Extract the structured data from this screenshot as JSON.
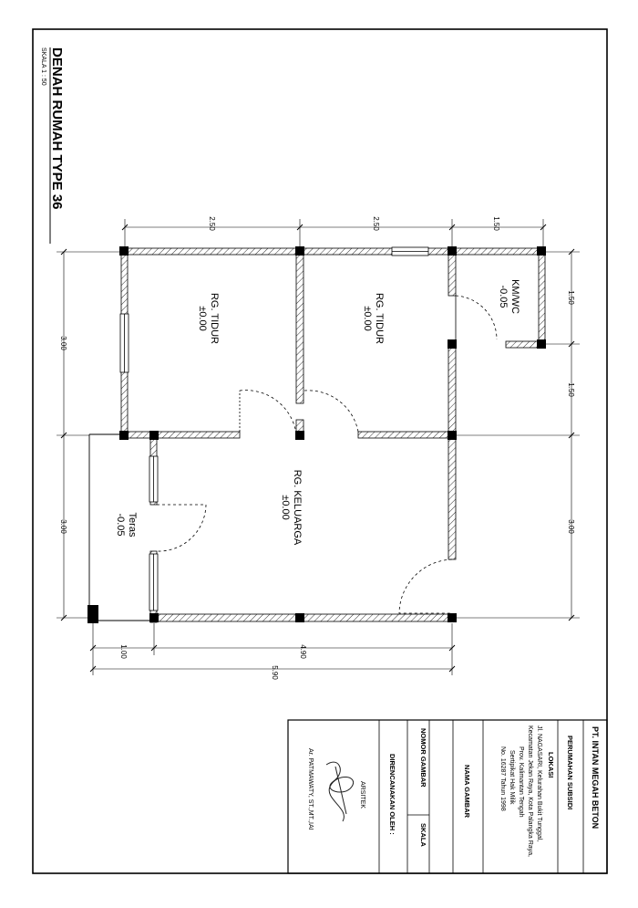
{
  "drawing": {
    "title": "DENAH RUMAH TYPE 36",
    "scale_label": "SKALA 1 : 50"
  },
  "rooms": {
    "bedroom_a": {
      "name": "RG. TIDUR",
      "level": "±0.00"
    },
    "bedroom_b": {
      "name": "RG. TIDUR",
      "level": "±0.00"
    },
    "bathroom": {
      "name": "KM/WC",
      "level": "-0.05"
    },
    "family": {
      "name": "RG. KELUARGA",
      "level": "±0.00"
    },
    "terrace": {
      "name": "Teras",
      "level": "-0.05"
    }
  },
  "dimensions": {
    "top": [
      "2.50",
      "2.50",
      "1.50"
    ],
    "right": [
      "1.50",
      "1.50",
      "3.00"
    ],
    "left": [
      "3.00",
      "3.00"
    ],
    "bottom_inner": [
      "1.00",
      "4.90"
    ],
    "bottom_total": "5.90"
  },
  "title_block": {
    "company": "PT. INTAN MEGAH BETON",
    "project": "PERUMAHAN SUBSIDI",
    "location_label": "LOKASI",
    "address_lines": [
      "Jl. NAGASARI, Kelurahan Bukit Tunggal,",
      "Kecamatan Jekan Raya, Kota Palangka Raya,",
      "Prov. Kalimantan Tengah",
      "Sertipikat Hak Milik",
      "No. 16287 Tahun 1998"
    ],
    "drawing_name_label": "NAMA GAMBAR",
    "drawing_number_label": "NOMOR GAMBAR",
    "scale_label": "SKALA",
    "designed_by_label": "DIRENCANAKAN OLEH :",
    "architect_label": "ARSITEK",
    "architect_name": "Ar. PATMAWATY, ST.,MT.,IAI"
  }
}
